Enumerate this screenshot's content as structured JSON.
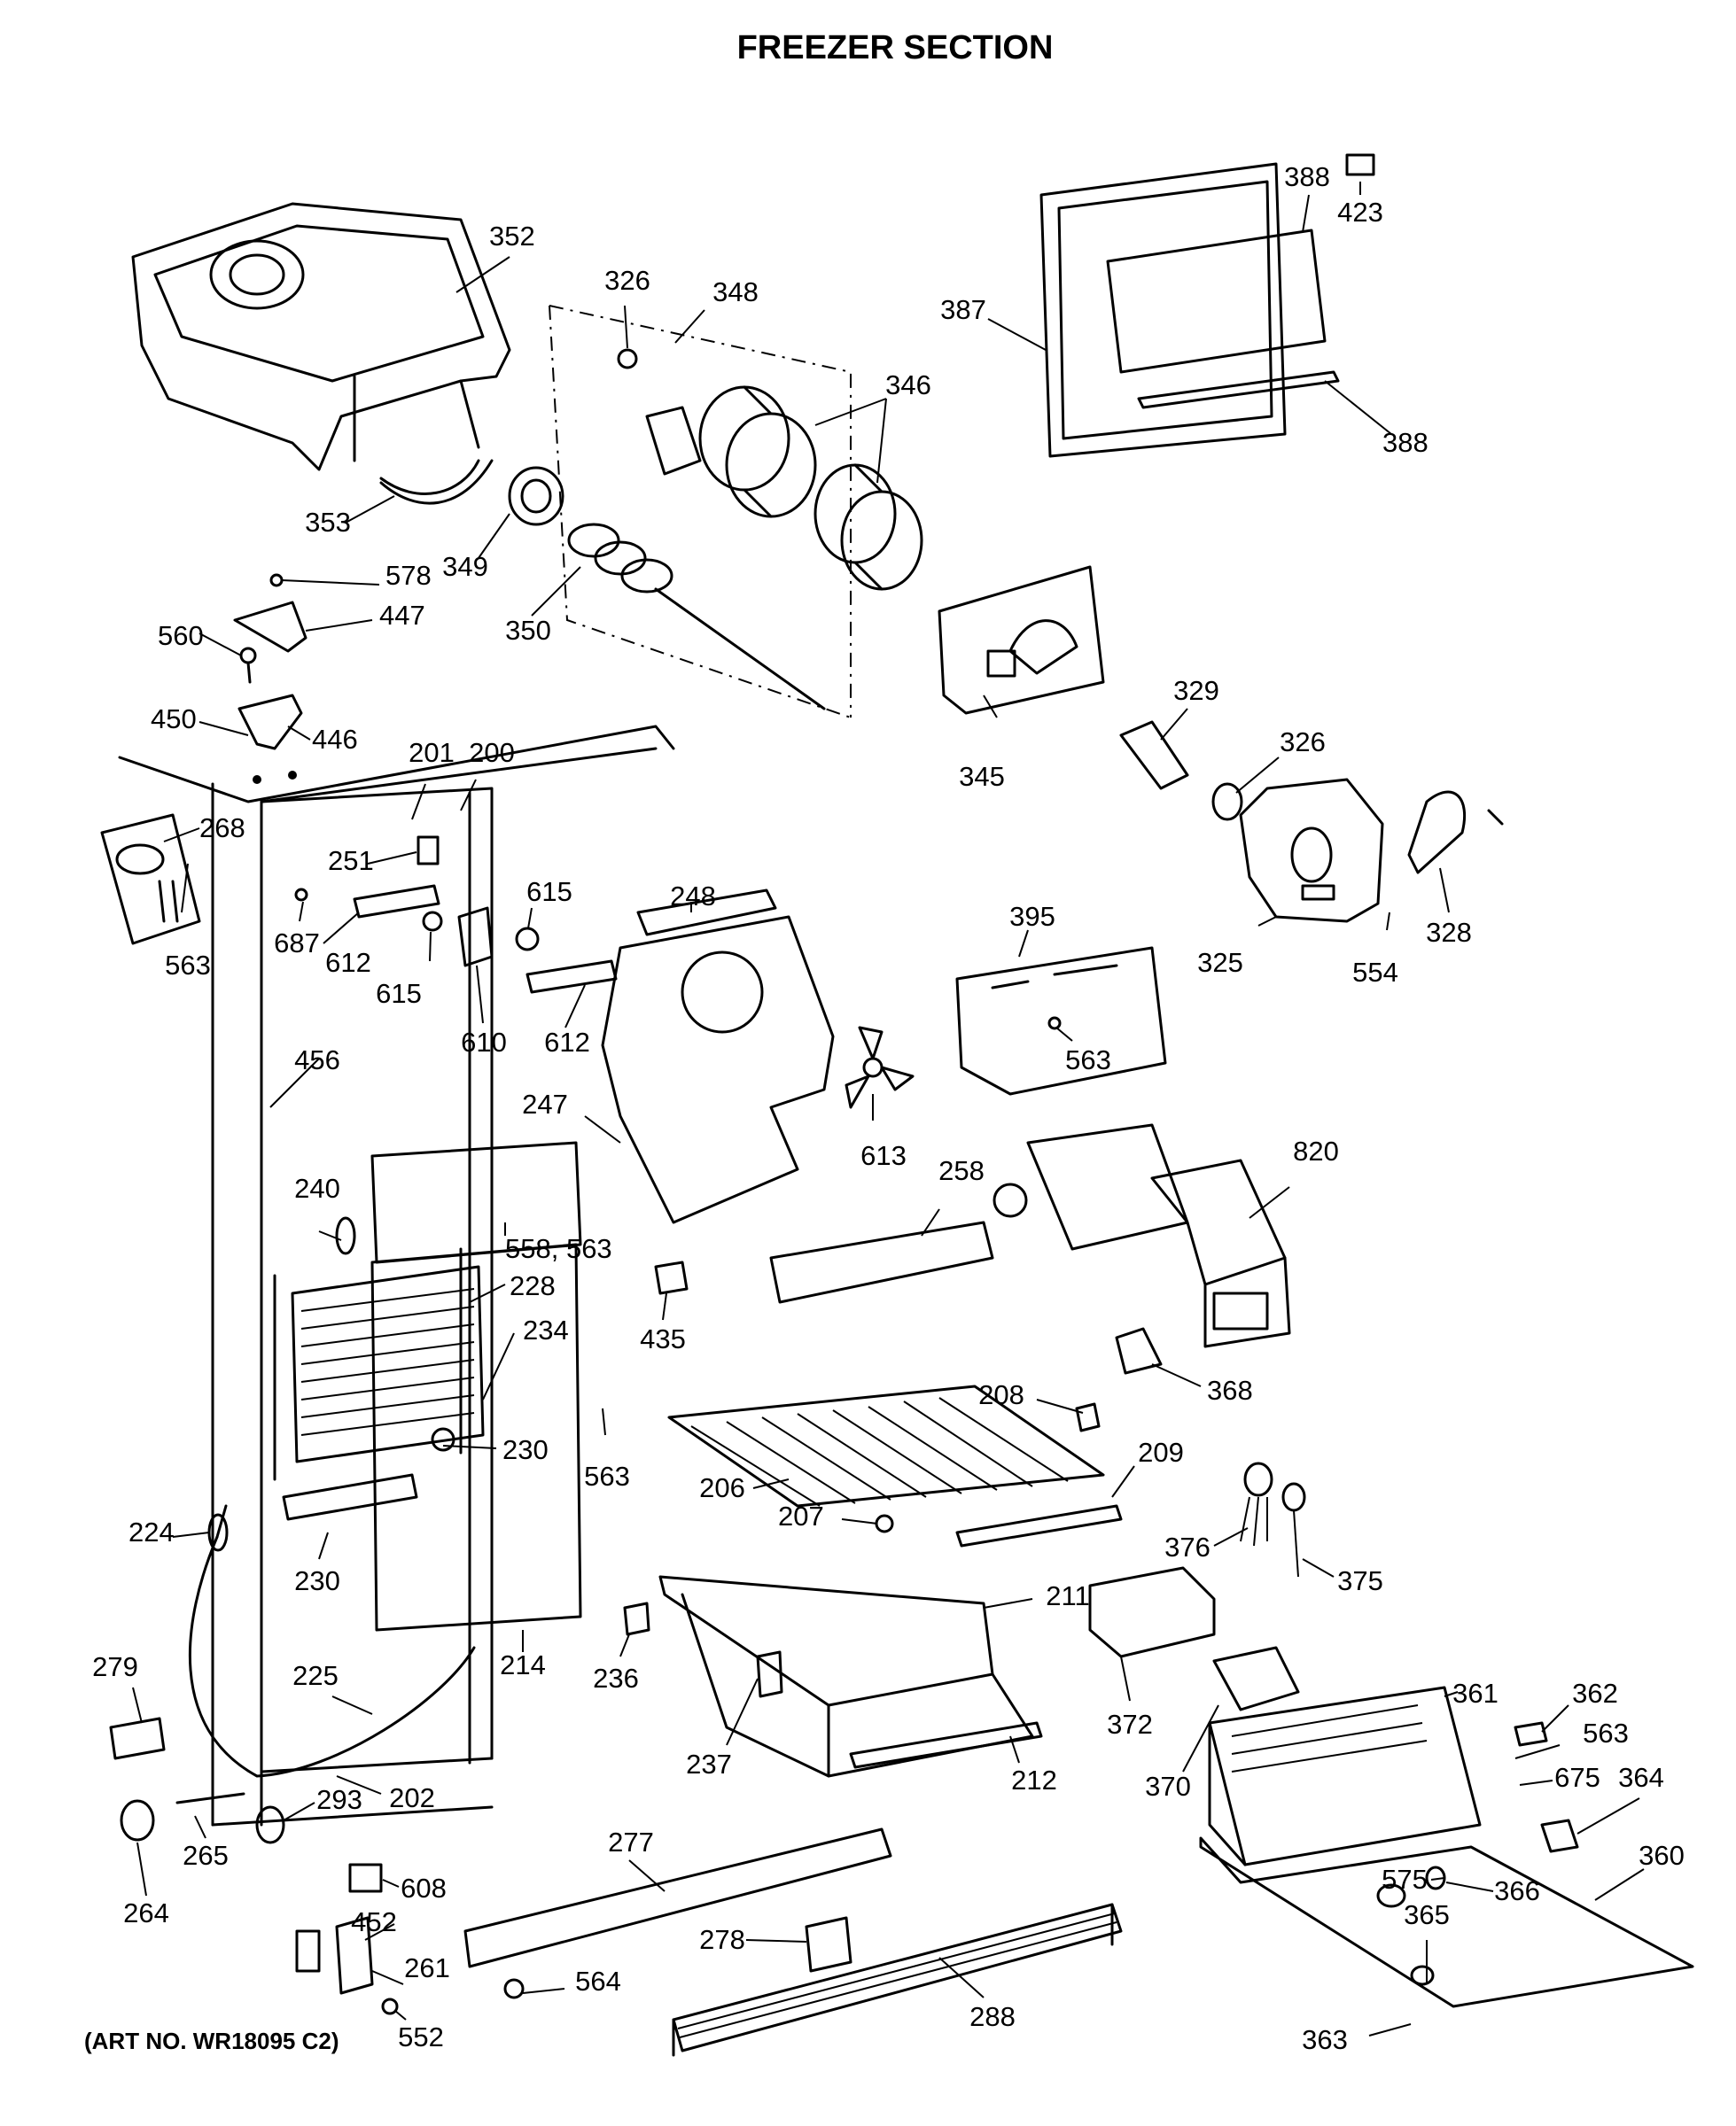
{
  "title": "FREEZER SECTION",
  "art_number": "(ART NO. WR18095 C2)",
  "callouts": [
    "352",
    "326",
    "348",
    "346",
    "388",
    "423",
    "387",
    "388",
    "353",
    "349",
    "350",
    "578",
    "447",
    "560",
    "450",
    "446",
    "329",
    "345",
    "326",
    "328",
    "325",
    "554",
    "201",
    "200",
    "268",
    "251",
    "563",
    "687",
    "612",
    "615",
    "615",
    "610",
    "612",
    "248",
    "395",
    "563",
    "456",
    "247",
    "613",
    "258",
    "820",
    "240",
    "558, 563",
    "228",
    "234",
    "435",
    "368",
    "563",
    "230",
    "208",
    "209",
    "206",
    "230",
    "207",
    "224",
    "376",
    "375",
    "211",
    "279",
    "214",
    "225",
    "236",
    "237",
    "372",
    "361",
    "362",
    "370",
    "563",
    "675",
    "364",
    "212",
    "202",
    "293",
    "265",
    "264",
    "277",
    "608",
    "360",
    "575",
    "366",
    "452",
    "261",
    "278",
    "365",
    "564",
    "552",
    "288",
    "363"
  ]
}
